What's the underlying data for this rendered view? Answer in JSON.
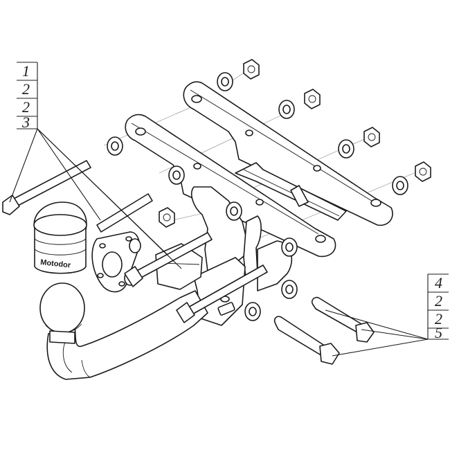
{
  "callouts": {
    "left": [
      "1",
      "2",
      "2",
      "3"
    ],
    "right": [
      "4",
      "2",
      "2",
      "5"
    ]
  },
  "ball_cap_logo": "Motodor",
  "colors": {
    "ink": "#1a1a1a",
    "paper": "#ffffff"
  }
}
